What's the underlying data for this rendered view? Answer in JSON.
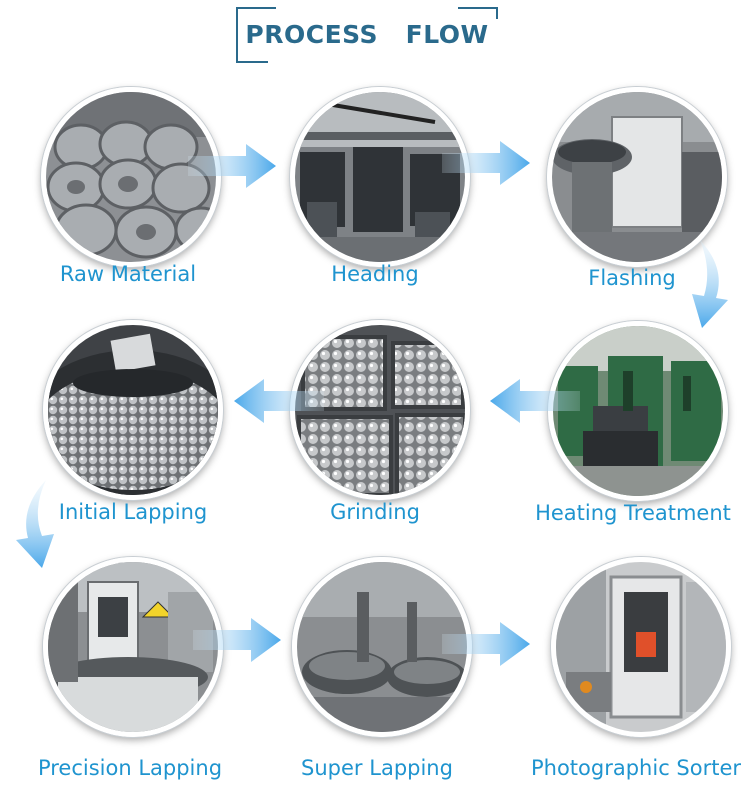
{
  "title": {
    "word1": "PROCESS",
    "word2": "FLOW"
  },
  "steps": [
    {
      "label": "Raw Material",
      "photo_icon": "steel-wire-coils-icon"
    },
    {
      "label": "Heading",
      "photo_icon": "heading-machines-icon"
    },
    {
      "label": "Flashing",
      "photo_icon": "flashing-machine-icon"
    },
    {
      "label": "Heating Treatment",
      "photo_icon": "heat-treatment-furnace-icon"
    },
    {
      "label": "Grinding",
      "photo_icon": "steel-balls-bins-icon"
    },
    {
      "label": "Initial Lapping",
      "photo_icon": "lapping-plate-balls-icon"
    },
    {
      "label": "Precision Lapping",
      "photo_icon": "precision-lapping-machine-icon"
    },
    {
      "label": "Super Lapping",
      "photo_icon": "super-lapping-machine-icon"
    },
    {
      "label": "Photographic Sorter",
      "photo_icon": "photographic-sorter-icon"
    }
  ],
  "colors": {
    "label": "#1f94cf",
    "title": "#2a6a8c",
    "arrow": "#4aa8ea",
    "arrow_light": "#dceefa"
  }
}
